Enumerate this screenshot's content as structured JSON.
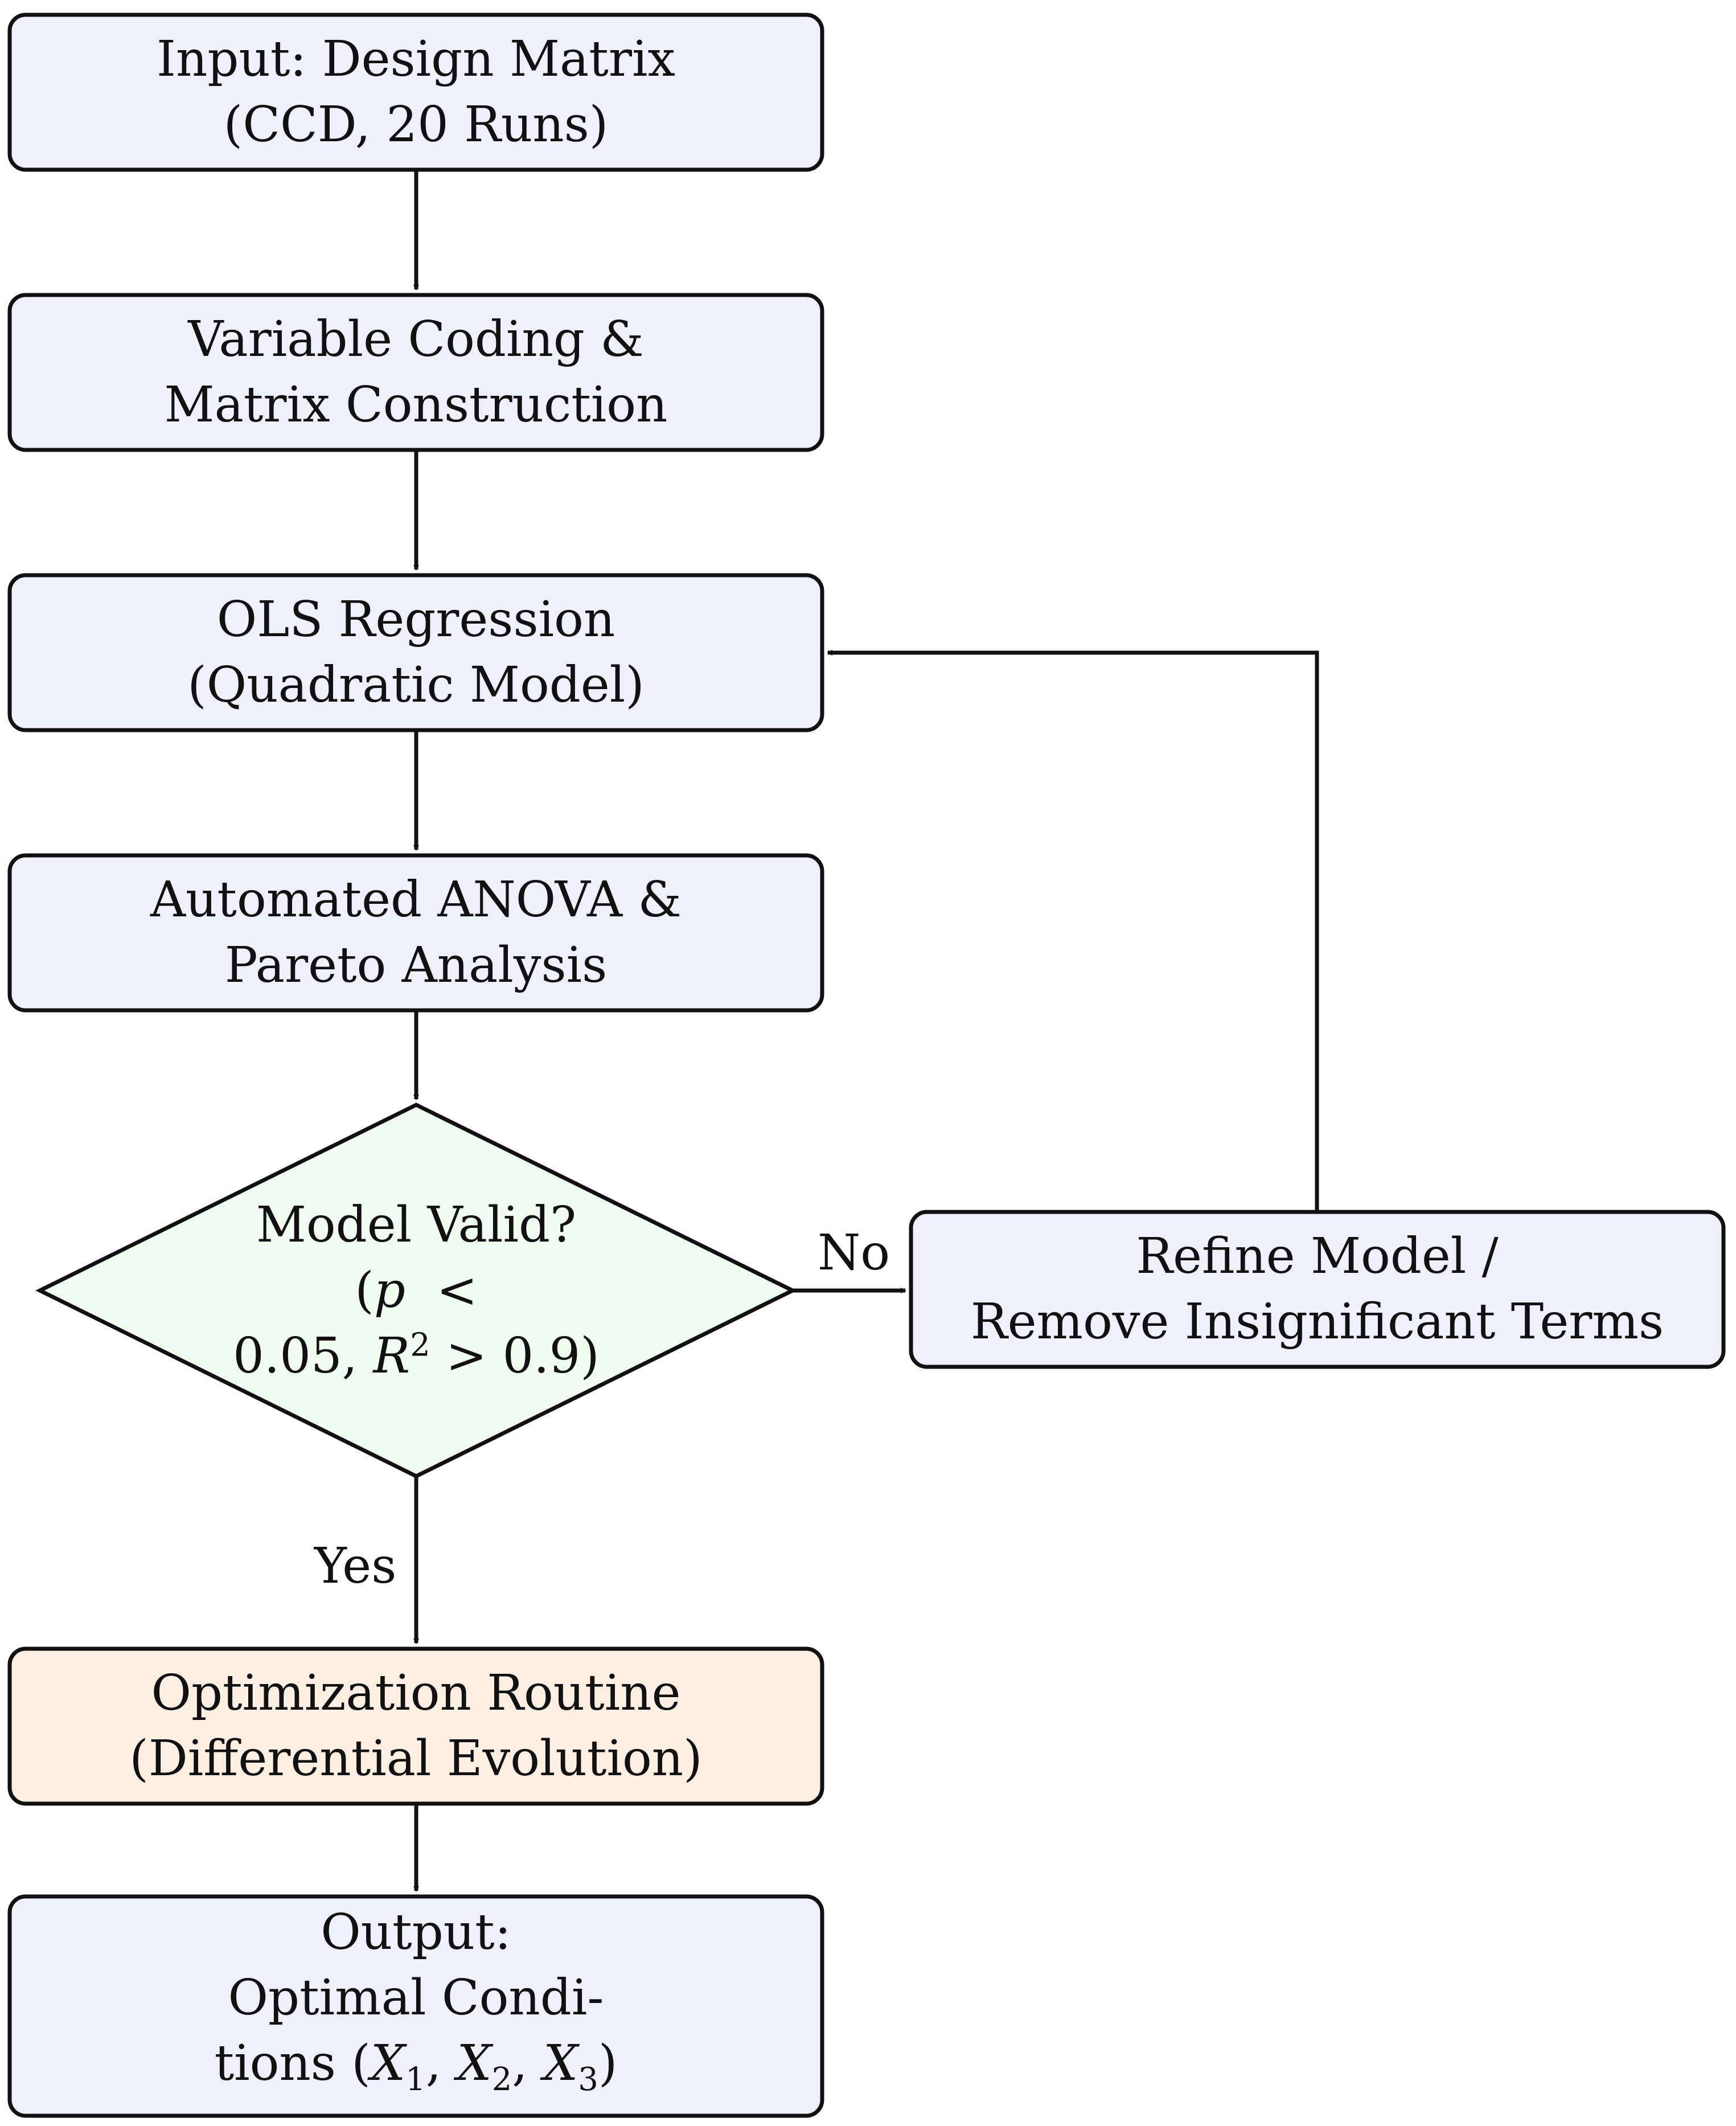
{
  "diagram": {
    "colors": {
      "process_fill": "#f0f0fc",
      "decision_fill": "#f0fcf0",
      "optimization_fill": "#fdf0e3",
      "stroke": "#111111"
    },
    "nodes": {
      "input": {
        "lines": [
          "Input: Design Matrix",
          "(CCD, 20 Runs)"
        ]
      },
      "coding": {
        "lines": [
          "Variable Coding &",
          "Matrix Construction"
        ]
      },
      "ols": {
        "lines": [
          "OLS Regression",
          "(Quadratic Model)"
        ]
      },
      "anova": {
        "lines": [
          "Automated ANOVA &",
          "Pareto Analysis"
        ]
      },
      "decision": {
        "title": "Model Valid?",
        "cond1_open": "(",
        "cond1_p": "p",
        "cond1_lt": "<",
        "cond2_val1": "0.05, ",
        "cond2_R": "R",
        "cond2_sup": "2",
        "cond2_rest": " > 0.9)"
      },
      "refine": {
        "lines": [
          "Refine Model /",
          "Remove Insignificant Terms"
        ]
      },
      "optimization": {
        "lines": [
          "Optimization Routine",
          "(Differential Evolution)"
        ]
      },
      "output": {
        "line1": "Output:",
        "line2": "Optimal Condi-",
        "line3_pre": "tions (",
        "x": "X",
        "s1": "1",
        "s2": "2",
        "s3": "3",
        "comma": ", ",
        "close": ")"
      }
    },
    "edges": {
      "no_label": "No",
      "yes_label": "Yes"
    }
  }
}
